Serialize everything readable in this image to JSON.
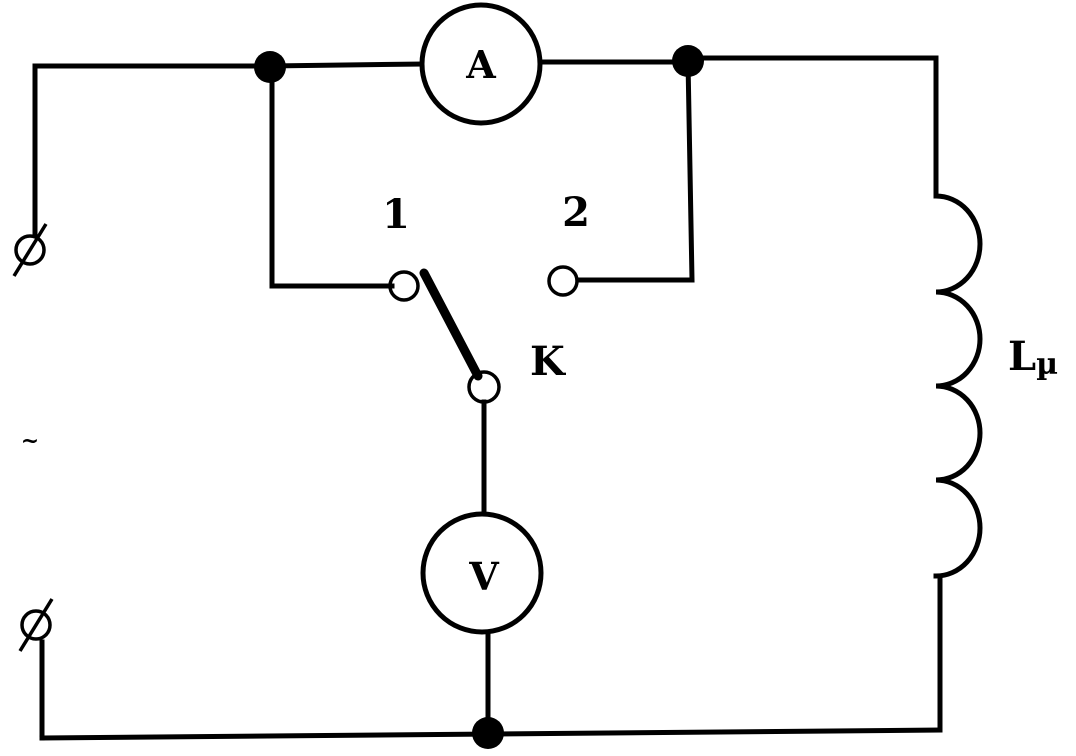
{
  "diagram": {
    "ammeter_label": "A",
    "voltmeter_label": "V",
    "contact_1_label": "1",
    "contact_2_label": "2",
    "switch_label": "K",
    "inductor_label_main": "L",
    "inductor_label_sub": "µ",
    "source_symbol": "~",
    "colors": {
      "ink": "#000000",
      "background": "#ffffff"
    }
  }
}
